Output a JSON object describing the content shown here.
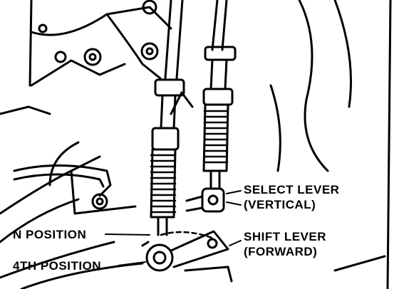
{
  "labels": {
    "select_lever": "SELECT LEVER",
    "select_lever_dir": "(VERTICAL)",
    "shift_lever": "SHIFT LEVER",
    "shift_lever_dir": "(FORWARD)",
    "n_position": "N POSITION",
    "fourth_position": "4TH POSITION"
  },
  "colors": {
    "ink": "#000000",
    "paper": "#ffffff"
  }
}
